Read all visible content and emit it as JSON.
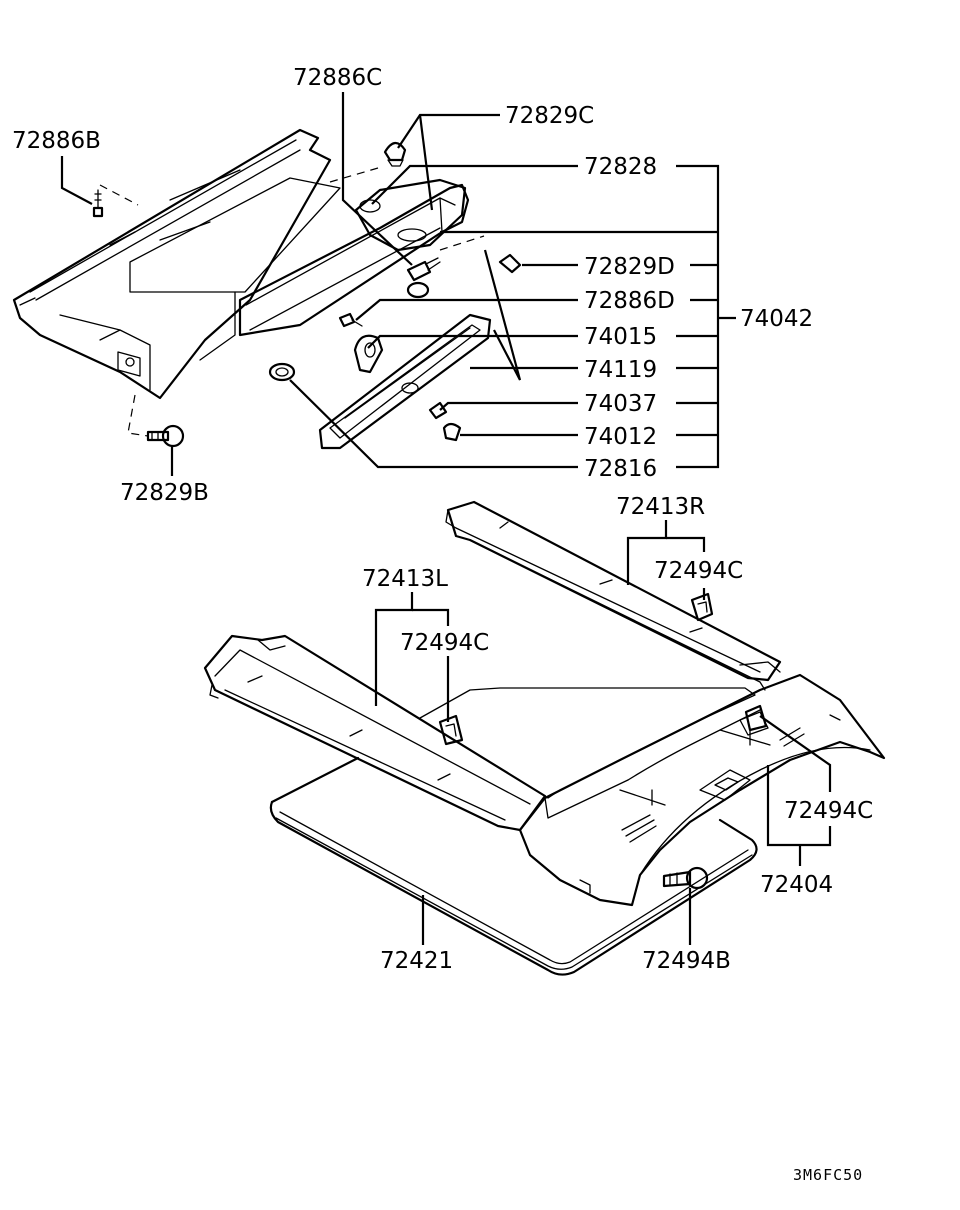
{
  "figure_code": "3M6FC50",
  "labels": {
    "p72886C": "72886C",
    "p72829C": "72829C",
    "p72886B": "72886B",
    "p72828": "72828",
    "p72829D": "72829D",
    "p72886D": "72886D",
    "p74042": "74042",
    "p74015": "74015",
    "p74119": "74119",
    "p74037": "74037",
    "p74012": "74012",
    "p72816": "72816",
    "p72829B": "72829B",
    "p72413R": "72413R",
    "p72494C_right": "72494C",
    "p72413L": "72413L",
    "p72494C_left": "72494C",
    "p72494C_lower": "72494C",
    "p72404": "72404",
    "p72421": "72421",
    "p72494B": "72494B"
  }
}
